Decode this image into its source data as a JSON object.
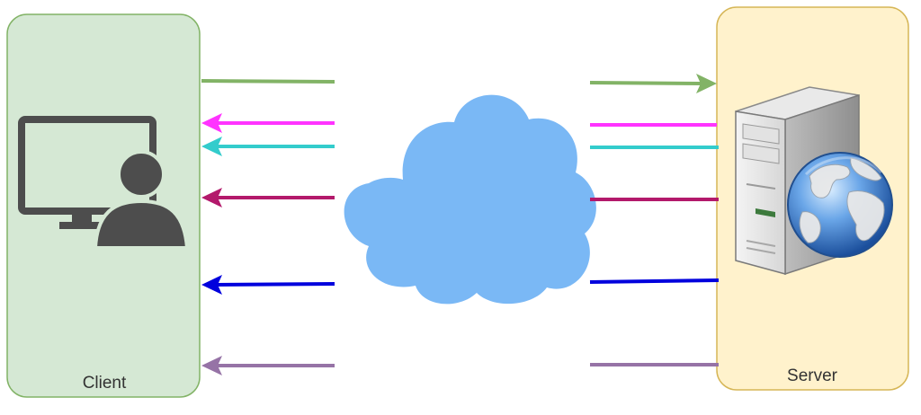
{
  "client": {
    "label": "Client",
    "fill": "#d5e8d4",
    "stroke": "#82b366"
  },
  "server": {
    "label": "Server",
    "fill": "#fff2cc",
    "stroke": "#d6b656"
  },
  "cloud": {
    "fill": "#7ab8f5",
    "icon": "cloud-icon"
  },
  "icons": {
    "client": "computer-user-icon",
    "server": "server-globe-icon"
  },
  "connections": [
    {
      "id": "green",
      "color": "#82b366",
      "arrow_at": "server"
    },
    {
      "id": "magenta",
      "color": "#ff33ff",
      "arrow_at": "client"
    },
    {
      "id": "teal",
      "color": "#33cccc",
      "arrow_at": "client"
    },
    {
      "id": "crimson",
      "color": "#b3196b",
      "arrow_at": "client"
    },
    {
      "id": "blue",
      "color": "#0000dd",
      "arrow_at": "client"
    },
    {
      "id": "purple",
      "color": "#9673a6",
      "arrow_at": "client"
    }
  ]
}
